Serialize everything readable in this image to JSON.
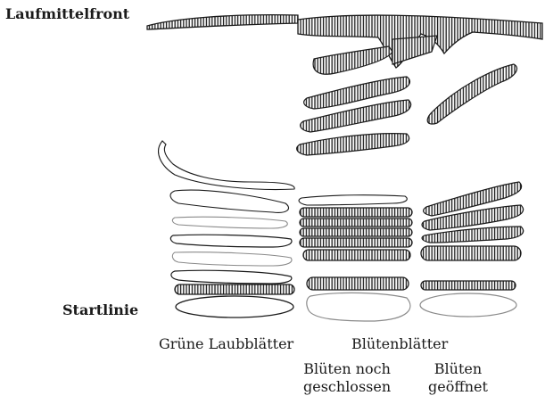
{
  "labels": {
    "front": "Laufmittelfront",
    "start": "Startlinie",
    "green_leaves": "Grüne Laubblätter",
    "petals": "Blütenblätter",
    "closed_line1": "Blüten noch",
    "closed_line2": "geschlossen",
    "open_line1": "Blüten",
    "open_line2": "geöffnet"
  },
  "colors": {
    "ink": "#1a1a1a",
    "pale_outline": "#8a8a8a"
  }
}
